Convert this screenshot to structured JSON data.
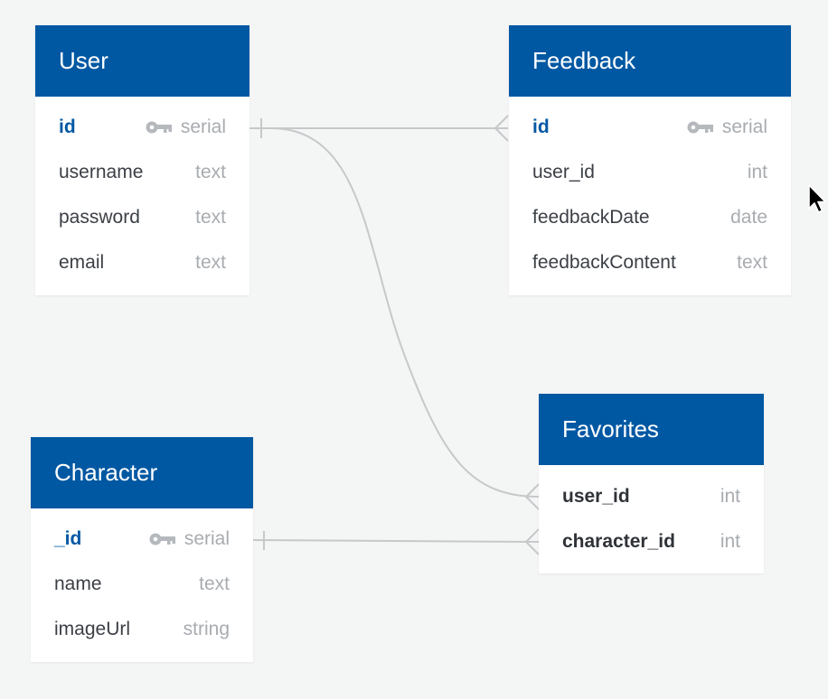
{
  "tables": {
    "user": {
      "name": "User",
      "fields": [
        {
          "name": "id",
          "type": "serial",
          "pk": true
        },
        {
          "name": "username",
          "type": "text"
        },
        {
          "name": "password",
          "type": "text"
        },
        {
          "name": "email",
          "type": "text"
        }
      ]
    },
    "feedback": {
      "name": "Feedback",
      "fields": [
        {
          "name": "id",
          "type": "serial",
          "pk": true
        },
        {
          "name": "user_id",
          "type": "int"
        },
        {
          "name": "feedbackDate",
          "type": "date"
        },
        {
          "name": "feedbackContent",
          "type": "text"
        }
      ]
    },
    "favorites": {
      "name": "Favorites",
      "fields": [
        {
          "name": "user_id",
          "type": "int"
        },
        {
          "name": "character_id",
          "type": "int"
        }
      ]
    },
    "character": {
      "name": "Character",
      "fields": [
        {
          "name": "_id",
          "type": "serial",
          "pk": true
        },
        {
          "name": "name",
          "type": "text"
        },
        {
          "name": "imageUrl",
          "type": "string"
        }
      ]
    }
  },
  "relationships": [
    {
      "from": "User.id",
      "to": "Feedback.id",
      "from_cardinality": "one",
      "to_cardinality": "many"
    },
    {
      "from": "User.id",
      "to": "Favorites.user_id",
      "from_cardinality": "one",
      "to_cardinality": "many"
    },
    {
      "from": "Character._id",
      "to": "Favorites.character_id",
      "from_cardinality": "one",
      "to_cardinality": "many"
    }
  ],
  "colors": {
    "header": "#0058a3",
    "background": "#f4f5f5",
    "line": "#c6c8ca",
    "type_text": "#a8acb0",
    "pk_text": "#0058a3"
  },
  "icons": {
    "primary_key": "key-icon",
    "cursor": "mouse-pointer-icon"
  }
}
